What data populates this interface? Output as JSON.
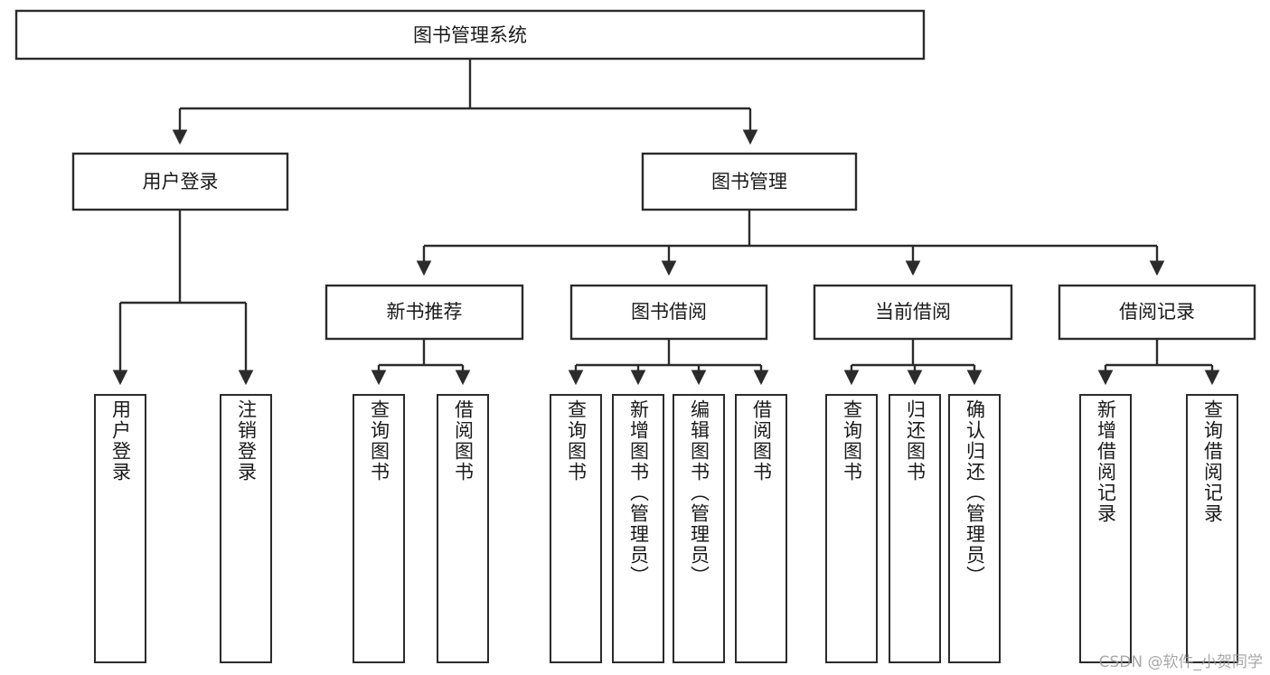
{
  "diagram": {
    "title": "图书管理系统",
    "type": "tree-hierarchy-diagram",
    "watermark": "CSDN @软件_小贺同学",
    "colors": {
      "stroke": "#2b2b2b",
      "fill": "#ffffff",
      "text": "#1a1a1a",
      "watermark": "#9a9a9a"
    },
    "root": {
      "label": "图书管理系统"
    },
    "level2": [
      {
        "label": "用户登录"
      },
      {
        "label": "图书管理"
      }
    ],
    "level3": [
      {
        "label": "新书推荐"
      },
      {
        "label": "图书借阅"
      },
      {
        "label": "当前借阅"
      },
      {
        "label": "借阅记录"
      }
    ],
    "leaves": {
      "user_login": [
        {
          "label": "用户登录"
        },
        {
          "label": "注销登录"
        }
      ],
      "new_book": [
        {
          "label": "查询图书"
        },
        {
          "label": "借阅图书"
        }
      ],
      "book_borrow": [
        {
          "label": "查询图书"
        },
        {
          "label": "新增图书（管理员）"
        },
        {
          "label": "编辑图书（管理员）"
        },
        {
          "label": "借阅图书"
        }
      ],
      "current_borrow": [
        {
          "label": "查询图书"
        },
        {
          "label": "归还图书"
        },
        {
          "label": "确认归还（管理员）"
        }
      ],
      "borrow_record": [
        {
          "label": "新增借阅记录"
        },
        {
          "label": "查询借阅记录"
        }
      ]
    }
  }
}
